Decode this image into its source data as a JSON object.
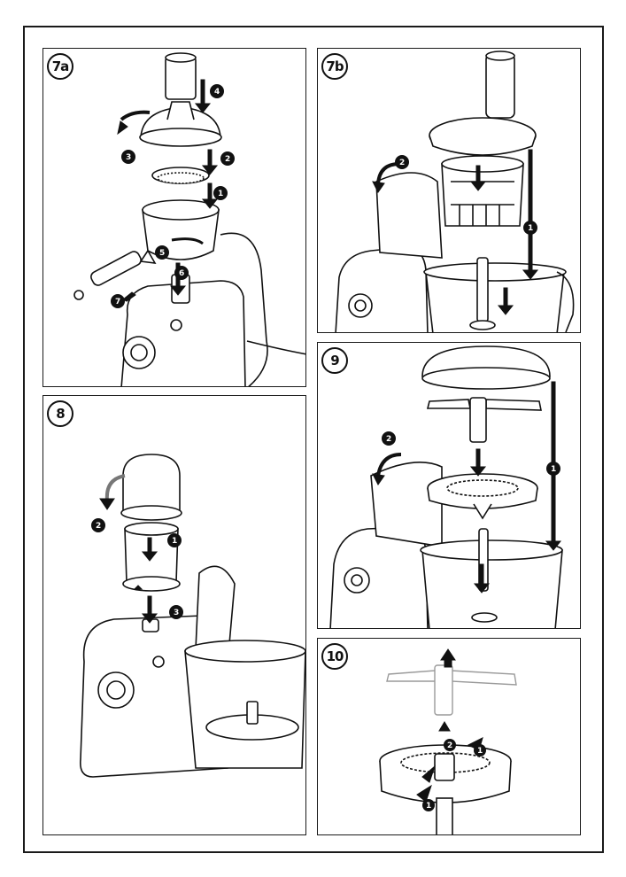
{
  "colors": {
    "ink": "#111111",
    "gray": "#8a8a8a",
    "light_gray": "#bdbdbd",
    "white": "#ffffff"
  },
  "panels": {
    "p7a": {
      "label": "7a",
      "steps": [
        "1",
        "2",
        "3",
        "4",
        "5",
        "6",
        "7"
      ]
    },
    "p7b": {
      "label": "7b",
      "steps": [
        "1",
        "2"
      ]
    },
    "p8": {
      "label": "8",
      "steps": [
        "1",
        "2",
        "3"
      ]
    },
    "p9": {
      "label": "9",
      "steps": [
        "1",
        "2"
      ]
    },
    "p10": {
      "label": "10",
      "steps": [
        "1",
        "2",
        "1"
      ]
    }
  }
}
